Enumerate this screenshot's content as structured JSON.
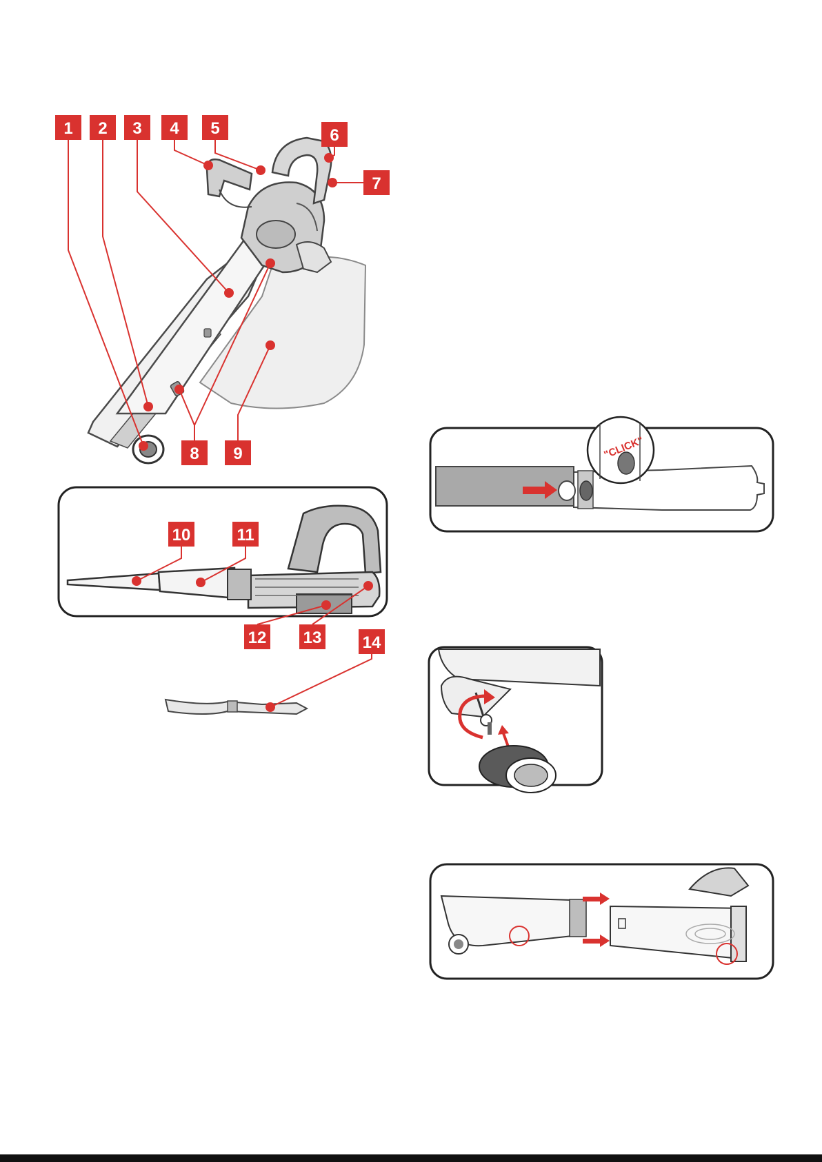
{
  "colors": {
    "callout_red": "#d9322f",
    "line_gray": "#3a3a3a",
    "fill_light": "#e6e6e6",
    "fill_mid": "#bdbdbd",
    "fill_dark": "#555555"
  },
  "main_diagram": {
    "callouts": [
      "1",
      "2",
      "3",
      "4",
      "5",
      "6",
      "7",
      "8",
      "9"
    ]
  },
  "blower_diagram": {
    "callouts": [
      "10",
      "11",
      "12",
      "13"
    ]
  },
  "strap_diagram": {
    "callouts": [
      "14"
    ]
  },
  "step_click": {
    "label": "\"CLICK\""
  }
}
